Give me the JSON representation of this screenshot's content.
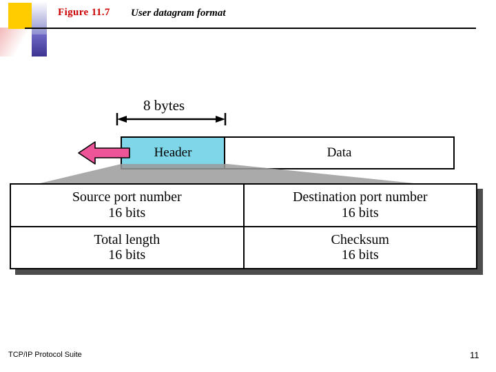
{
  "slide": {
    "figure_number": "Figure 11.7",
    "figure_title": "User datagram format",
    "footer_text": "TCP/IP Protocol Suite",
    "page_number": "11"
  },
  "diagram": {
    "measure_label": "8 bytes",
    "top_row": [
      {
        "label": "Header",
        "color": "#7fd6e8"
      },
      {
        "label": "Data",
        "color": "#ffffff"
      }
    ],
    "arrow_color": "#ee5599",
    "fields": [
      {
        "name": "Source port number",
        "bits": "16 bits"
      },
      {
        "name": "Destination port number",
        "bits": "16 bits"
      },
      {
        "name": "Total length",
        "bits": "16 bits"
      },
      {
        "name": "Checksum",
        "bits": "16 bits"
      }
    ]
  }
}
